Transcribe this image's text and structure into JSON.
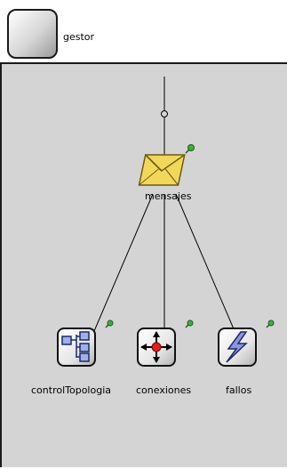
{
  "module": {
    "label": "gestor",
    "icon": "blank-module-icon"
  },
  "submodules": [
    {
      "id": "mensajes",
      "label": "mensajes",
      "icon": "envelope-icon"
    },
    {
      "id": "controlTopologia",
      "label": "controlTopologia",
      "icon": "topology-tree-icon"
    },
    {
      "id": "conexiones",
      "label": "conexiones",
      "icon": "crossroads-arrows-icon"
    },
    {
      "id": "fallos",
      "label": "fallos",
      "icon": "lightning-bolt-icon"
    }
  ],
  "connections": [
    {
      "from": "gate-in",
      "to": "mensajes"
    },
    {
      "from": "mensajes",
      "to": "controlTopologia"
    },
    {
      "from": "mensajes",
      "to": "conexiones"
    },
    {
      "from": "mensajes",
      "to": "fallos"
    }
  ],
  "colors": {
    "canvas": "#d4d4d4",
    "envelope": "#f2d85a",
    "pin": "#3fae3f",
    "bolt": "#8a96d8",
    "center_dot": "#e02020"
  }
}
